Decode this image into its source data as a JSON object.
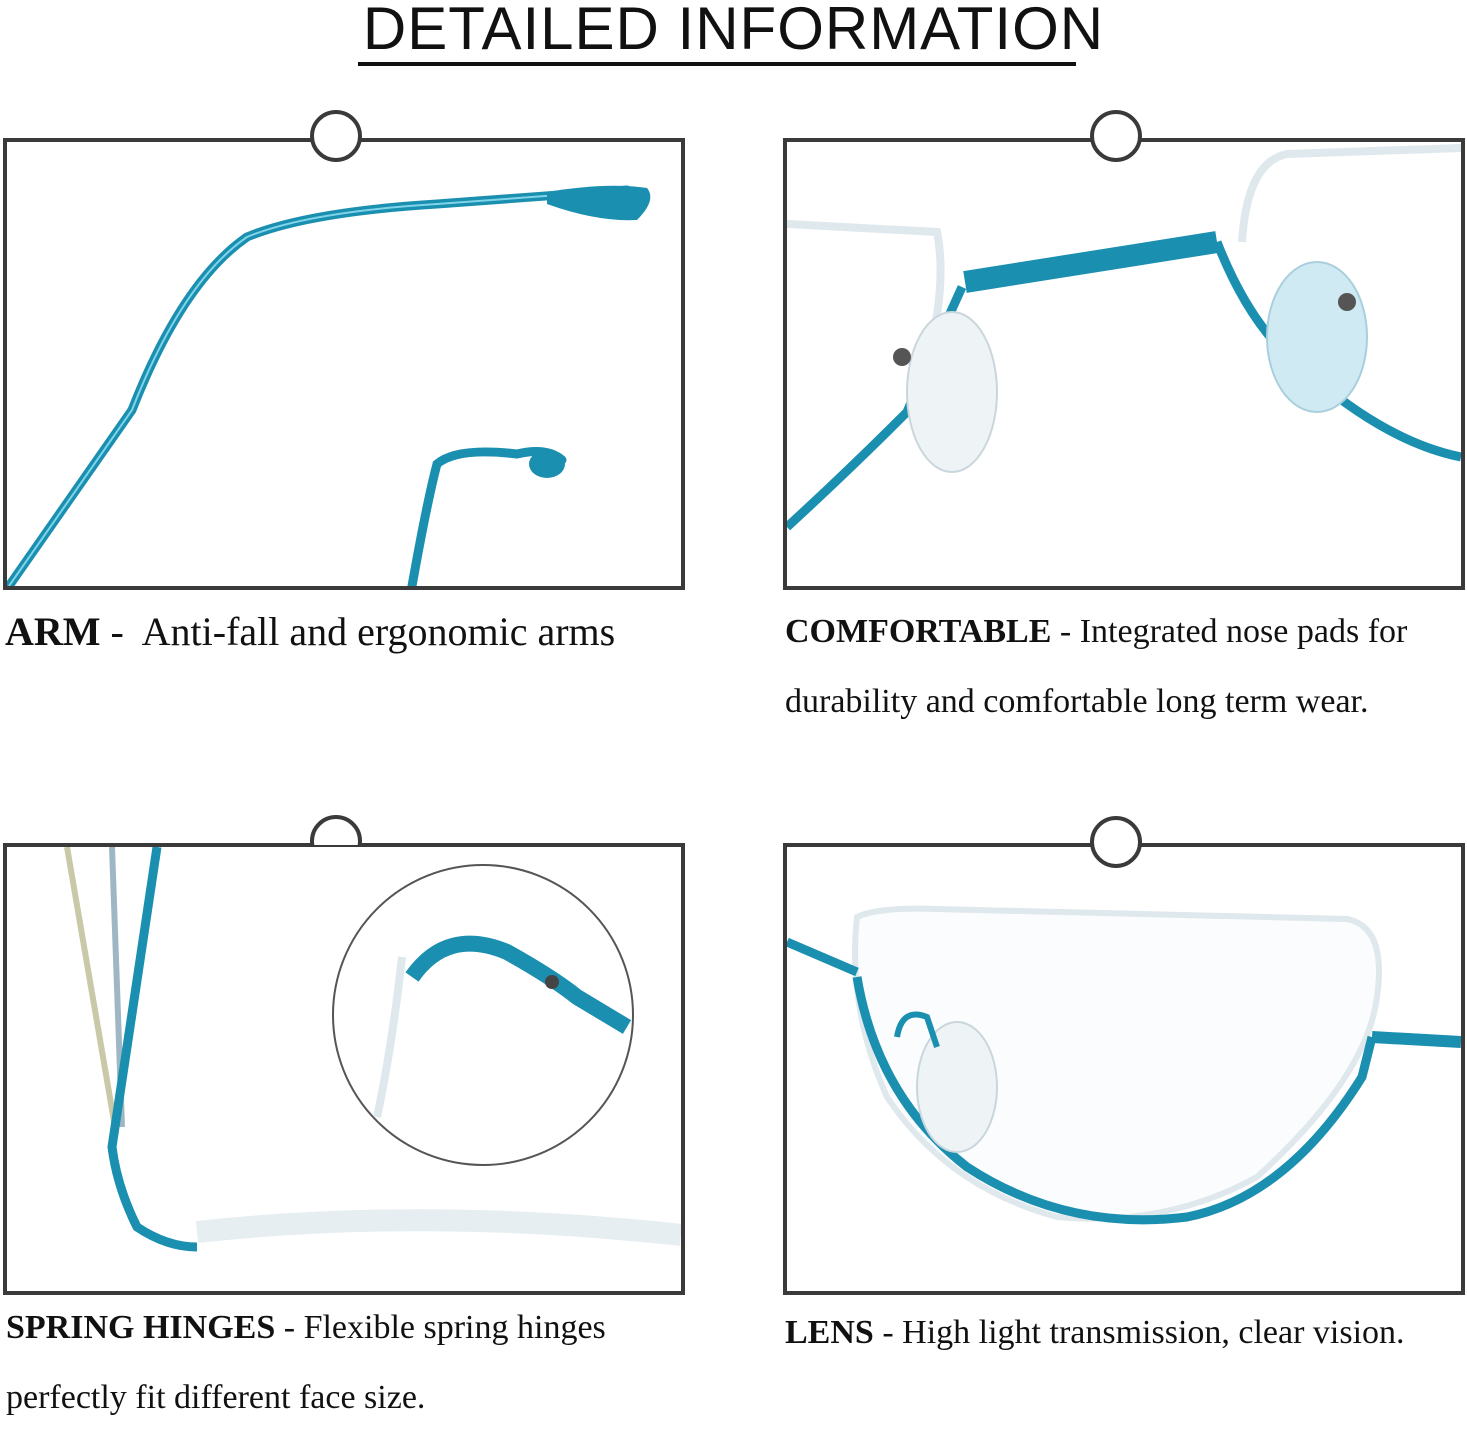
{
  "header": {
    "title": "DETAILED INFORMATION"
  },
  "panels": [
    {
      "heading": "ARM",
      "separator": " -  ",
      "text": "Anti-fall and ergonomic arms"
    },
    {
      "heading": "COMFORTABLE",
      "separator": " - ",
      "text": "Integrated nose pads for durability and comfortable long term wear."
    },
    {
      "heading": "SPRING HINGES",
      "separator": " - ",
      "text": "Flexible spring hinges perfectly fit different face size."
    },
    {
      "heading": "LENS",
      "separator": " - ",
      "text": "High light transmission, clear vision."
    }
  ],
  "colors": {
    "frame_teal": "#1a8fb0",
    "border": "#3a3a3a"
  }
}
